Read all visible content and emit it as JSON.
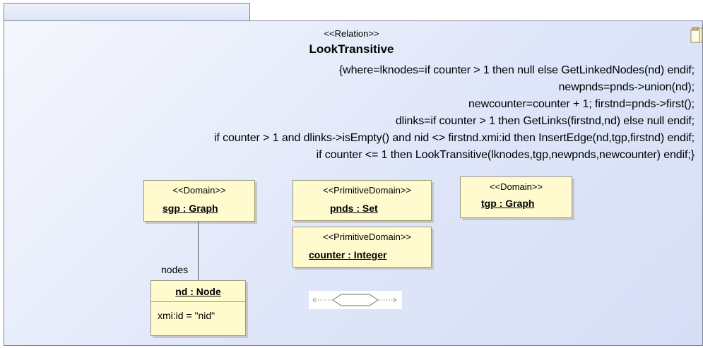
{
  "relation": {
    "stereotype": "<<Relation>>",
    "name": "LookTransitive",
    "constraint_lines": [
      "{where=lknodes=if counter > 1 then null else GetLinkedNodes(nd) endif;",
      "newpnds=pnds->union(nd);",
      "newcounter=counter + 1; firstnd=pnds->first();",
      "dlinks=if counter > 1 then GetLinks(firstnd,nd) else null endif;",
      "if counter > 1 and dlinks->isEmpty() and nid <> firstnd.xmi:id then  InsertEdge(nd,tgp,firstnd) endif;",
      "if counter <= 1 then LookTransitive(lknodes,tgp,newpnds,newcounter) endif;}"
    ]
  },
  "domains": [
    {
      "stereotype": "<<Domain>>",
      "name": "sgp : Graph"
    },
    {
      "stereotype": "<<PrimitiveDomain>>",
      "name": "pnds : Set"
    },
    {
      "stereotype": "<<Domain>>",
      "name": "tgp : Graph"
    },
    {
      "stereotype": "<<PrimitiveDomain>>",
      "name": "counter : Integer"
    }
  ],
  "node": {
    "name": "nd : Node",
    "attribute": "xmi:id = \"nid\""
  },
  "link": {
    "role": "nodes"
  },
  "colors": {
    "frame_fill": "#dfe6f9",
    "frame_border": "#7d8396",
    "box_fill": "#fffbcf",
    "box_border": "#9b9b7c"
  },
  "icons": [
    "notes-icon",
    "hexagon-marker-icon"
  ]
}
